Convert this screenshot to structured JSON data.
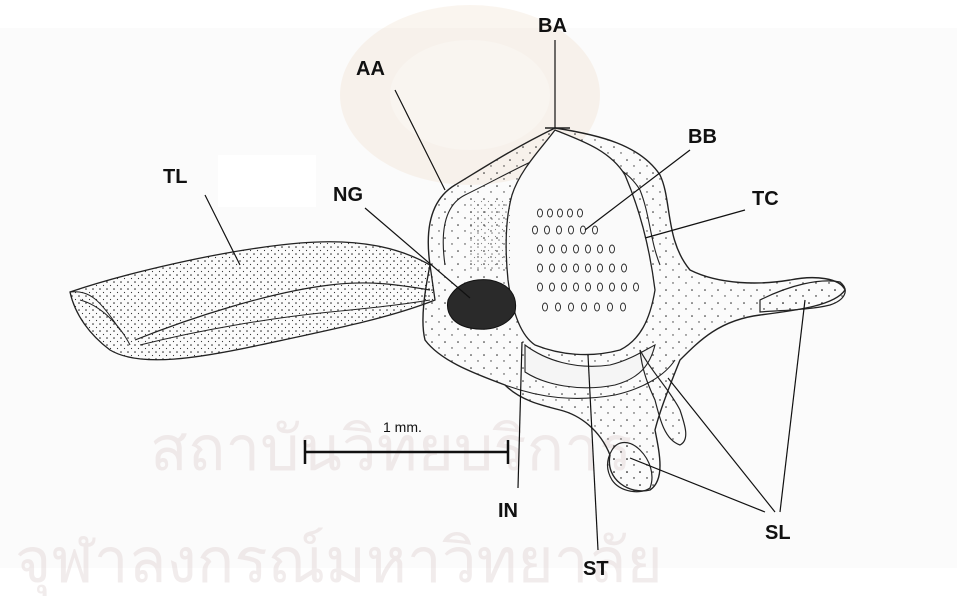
{
  "labels": {
    "ba": "BA",
    "aa": "AA",
    "bb": "BB",
    "tl": "TL",
    "ng": "NG",
    "tc": "TC",
    "in": "IN",
    "st": "ST",
    "sl": "SL"
  },
  "scale_bar": {
    "label": "1 mm."
  },
  "watermark": {
    "line1": "สถาบันวิทยบริการ",
    "line2": "จุฬาลงกรณ์มหาวิทยาลัย"
  },
  "colors": {
    "ink": "#111111",
    "background": "#ffffff",
    "watermark": "#d9c9c9"
  }
}
